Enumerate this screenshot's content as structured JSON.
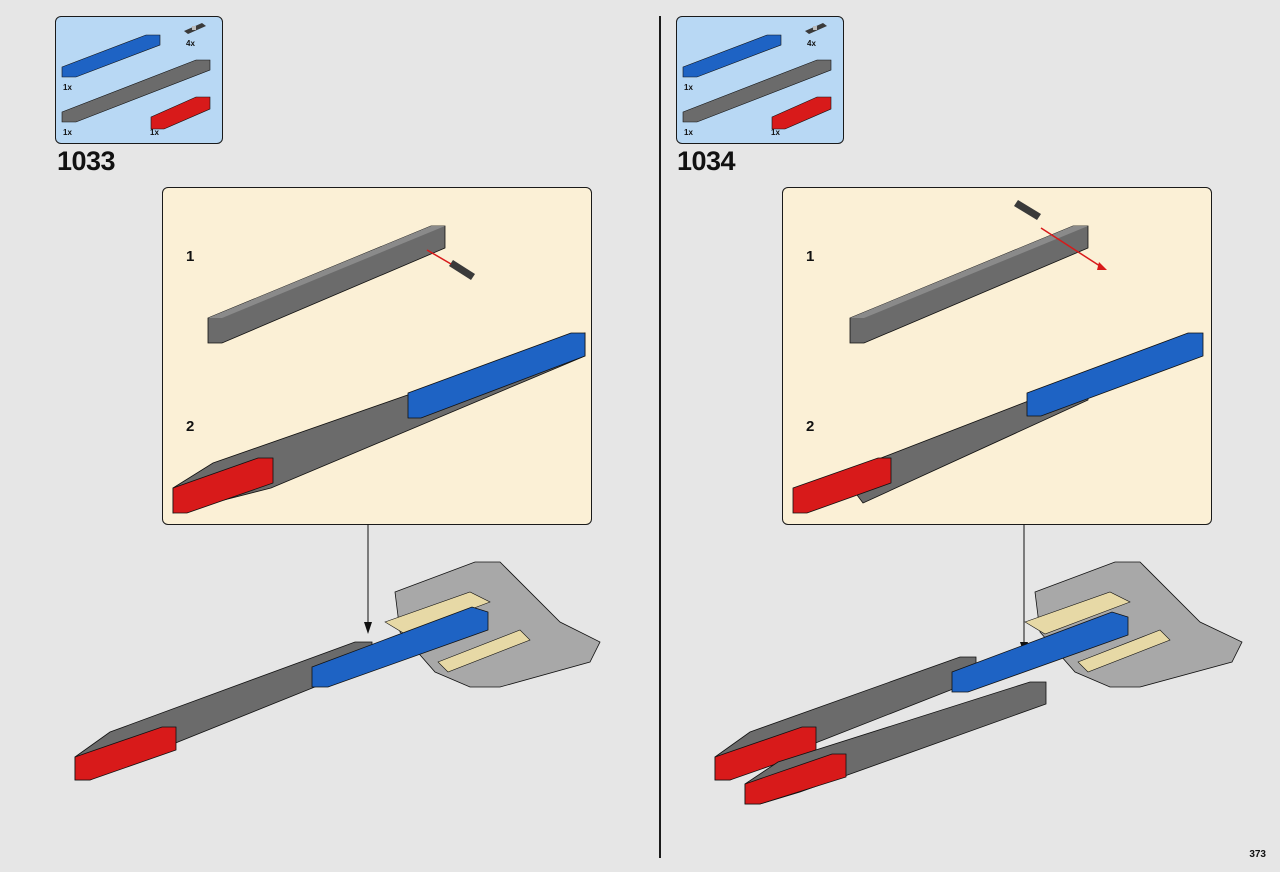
{
  "page_number": "373",
  "steps": [
    {
      "number": "1033",
      "parts": [
        {
          "name": "blue technic brick 1x12",
          "qty": "1x",
          "color": "#1e63c4"
        },
        {
          "name": "dark grey technic brick 1x16",
          "qty": "1x",
          "color": "#6b6b6b"
        },
        {
          "name": "red technic brick 1x6",
          "qty": "1x",
          "color": "#d81a1a"
        },
        {
          "name": "technic pin",
          "qty": "4x",
          "color": "#3a3a3a"
        }
      ],
      "substeps": [
        "1",
        "2"
      ]
    },
    {
      "number": "1034",
      "parts": [
        {
          "name": "blue technic brick 1x12",
          "qty": "1x",
          "color": "#1e63c4"
        },
        {
          "name": "dark grey technic brick 1x16",
          "qty": "1x",
          "color": "#6b6b6b"
        },
        {
          "name": "red technic brick 1x6",
          "qty": "1x",
          "color": "#d81a1a"
        },
        {
          "name": "technic pin",
          "qty": "4x",
          "color": "#3a3a3a"
        }
      ],
      "substeps": [
        "1",
        "2"
      ]
    }
  ],
  "colors": {
    "blue": "#1e63c4",
    "dark_grey": "#6b6b6b",
    "red": "#d81a1a",
    "light_grey": "#a8a8a8",
    "tan": "#e7d9a6",
    "parts_bg": "#b8d8f4",
    "callout_bg": "#fbf0d6",
    "arrow_red": "#d81a1a"
  }
}
